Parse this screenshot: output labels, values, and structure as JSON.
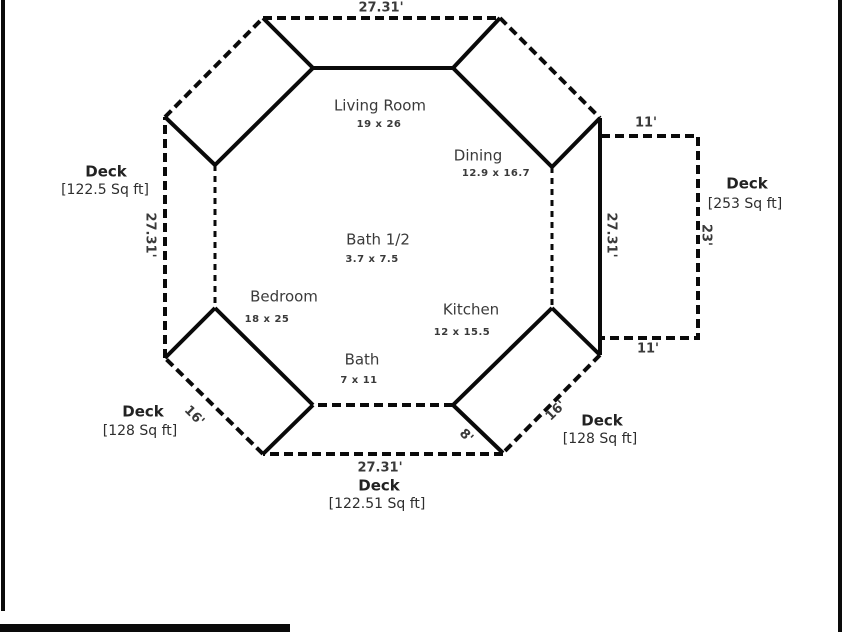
{
  "rooms": [
    {
      "name": "Living Room",
      "size": "19 x 26"
    },
    {
      "name": "Dining",
      "size": "12.9 x 16.7"
    },
    {
      "name": "Bath 1/2",
      "size": "3.7 x 7.5"
    },
    {
      "name": "Bedroom",
      "size": "18 x 25"
    },
    {
      "name": "Kitchen",
      "size": "12 x 15.5"
    },
    {
      "name": "Bath",
      "size": "7 x 11"
    }
  ],
  "decks": [
    {
      "position": "left",
      "label": "Deck",
      "area": "[122.5 Sq ft]"
    },
    {
      "position": "right",
      "label": "Deck",
      "area": "[253 Sq ft]"
    },
    {
      "position": "bottom-left",
      "label": "Deck",
      "area": "[128 Sq ft]"
    },
    {
      "position": "bottom-right",
      "label": "Deck",
      "area": "[128 Sq ft]"
    },
    {
      "position": "bottom",
      "label": "Deck",
      "area": "[122.51 Sq ft]"
    }
  ],
  "dimensions": {
    "top": "27.31'",
    "left": "27.31'",
    "right": "27.31'",
    "bottom": "27.31'",
    "right_deck_top": "11'",
    "right_deck_bottom": "11'",
    "right_deck_depth": "23'",
    "bottom_left_deck_length": "16'",
    "bottom_right_deck_length": "16'",
    "bottom_right_deck_width": "8'"
  },
  "colors": {
    "line": "#0a0a0a",
    "text": "#3a3a3a",
    "background": "#ffffff"
  }
}
